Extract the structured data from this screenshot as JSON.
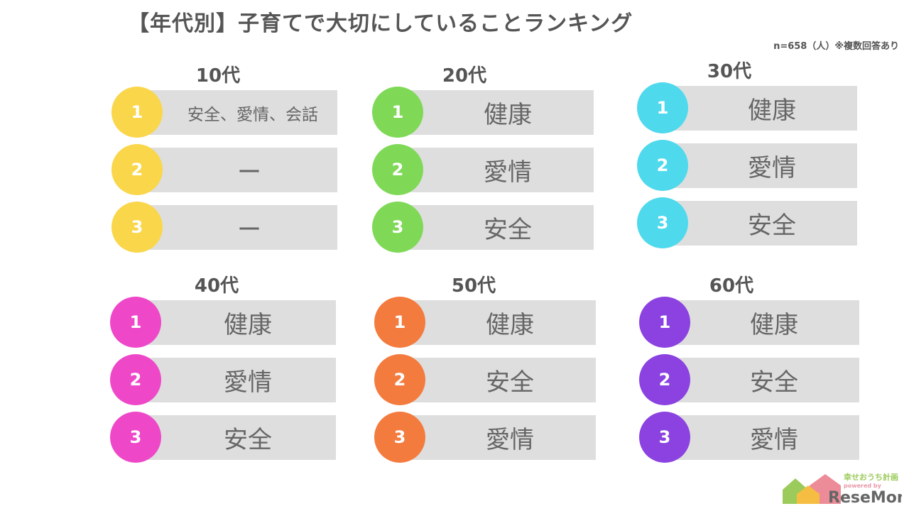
{
  "title": "【年代別】子育てで大切にしていることランキング",
  "note": "n=658（人）※複数回答あり",
  "groups": [
    {
      "label": "10代",
      "color": "#fad64a",
      "items": [
        {
          "rank": "1",
          "text": "安全、愛情、会話"
        },
        {
          "rank": "2",
          "text": "ー"
        },
        {
          "rank": "3",
          "text": "ー"
        }
      ]
    },
    {
      "label": "20代",
      "color": "#7fd957",
      "items": [
        {
          "rank": "1",
          "text": "健康"
        },
        {
          "rank": "2",
          "text": "愛情"
        },
        {
          "rank": "3",
          "text": "安全"
        }
      ]
    },
    {
      "label": "30代",
      "color": "#4fd9ec",
      "items": [
        {
          "rank": "1",
          "text": "健康"
        },
        {
          "rank": "2",
          "text": "愛情"
        },
        {
          "rank": "3",
          "text": "安全"
        }
      ]
    },
    {
      "label": "40代",
      "color": "#ee48c8",
      "items": [
        {
          "rank": "1",
          "text": "健康"
        },
        {
          "rank": "2",
          "text": "愛情"
        },
        {
          "rank": "3",
          "text": "安全"
        }
      ]
    },
    {
      "label": "50代",
      "color": "#f47b3e",
      "items": [
        {
          "rank": "1",
          "text": "健康"
        },
        {
          "rank": "2",
          "text": "安全"
        },
        {
          "rank": "3",
          "text": "愛情"
        }
      ]
    },
    {
      "label": "60代",
      "color": "#8b42e0",
      "items": [
        {
          "rank": "1",
          "text": "健康"
        },
        {
          "rank": "2",
          "text": "安全"
        },
        {
          "rank": "3",
          "text": "愛情"
        }
      ]
    }
  ],
  "logo": {
    "line1": "幸せおうち計画",
    "line2": "powered by",
    "brand": "ReseMom"
  }
}
